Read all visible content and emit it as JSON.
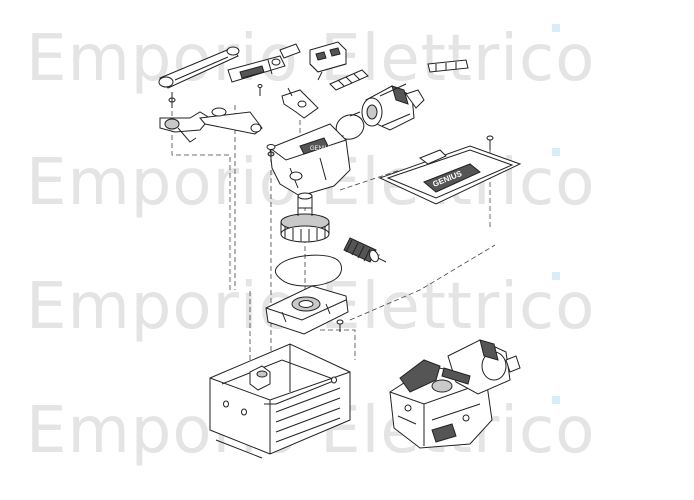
{
  "watermark": {
    "line1": "Emporio Elettrico",
    "line2": "Emporio Elettrico",
    "line3": "Emporio Elettrico",
    "line4": "Emporio Elettrico"
  },
  "labels": {
    "cover_brand": "GENIUS",
    "gear_cover_brand": "GENIUS"
  },
  "colors": {
    "watermark": "#e4e4e4",
    "accent_square": "#d7edf8",
    "line": "#222222"
  }
}
